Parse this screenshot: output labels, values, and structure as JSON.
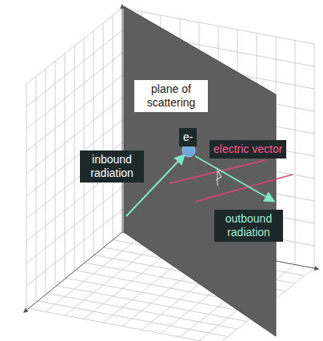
{
  "diagram": {
    "nodes": [
      {
        "text": [
          "plane of scattering"
        ]
      },
      {
        "text": [
          "e-"
        ]
      },
      {
        "text": [
          "inbound radiation"
        ]
      },
      {
        "text": [
          "electric vector"
        ]
      },
      {
        "text": [
          "outbound radiation"
        ]
      }
    ]
  }
}
